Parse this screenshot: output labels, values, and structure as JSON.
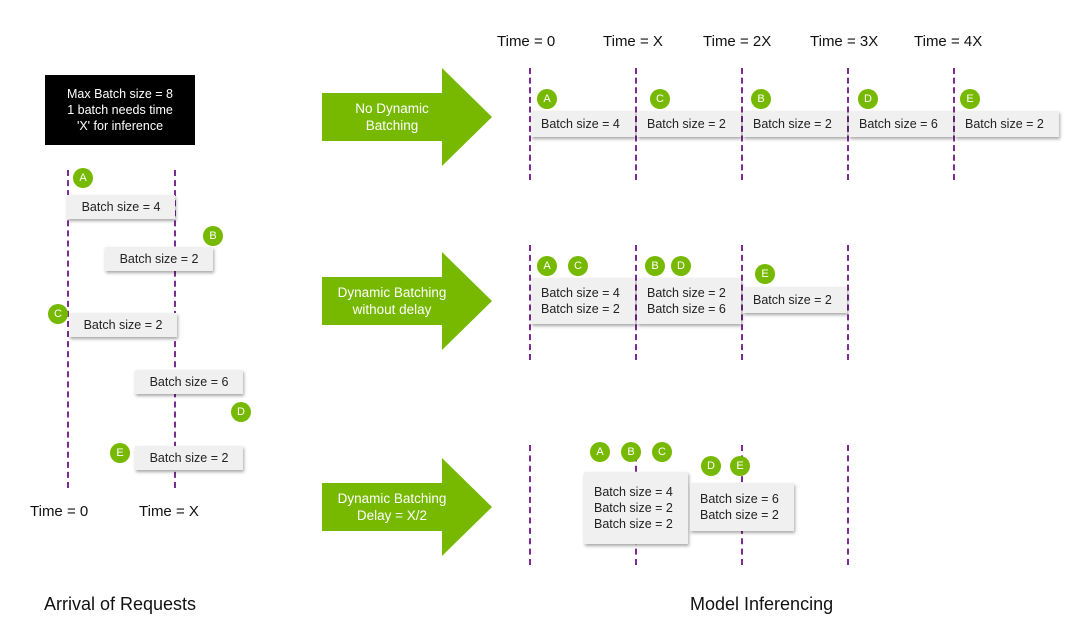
{
  "info": {
    "line1": "Max Batch size = 8",
    "line2": "1 batch needs time",
    "line3": "'X' for inference"
  },
  "colors": {
    "badge": "#76b900",
    "arrow": "#76b900",
    "dashed_line": "#7b2c90",
    "info_box": "#000000"
  },
  "arrival": {
    "requests": [
      {
        "id": "A",
        "label": "Batch size = 4"
      },
      {
        "id": "B",
        "label": "Batch size = 2"
      },
      {
        "id": "C",
        "label": "Batch size = 2"
      },
      {
        "id": "D",
        "label": "Batch size = 6"
      },
      {
        "id": "E",
        "label": "Batch size = 2"
      }
    ],
    "time0": "Time = 0",
    "timeX": "Time = X"
  },
  "top_times": [
    "Time = 0",
    "Time = X",
    "Time = 2X",
    "Time = 3X",
    "Time = 4X"
  ],
  "rows": {
    "no_dynamic": {
      "arrow_line1": "No Dynamic",
      "arrow_line2": "Batching",
      "batches": [
        {
          "ids": [
            "A"
          ],
          "lines": [
            "Batch size = 4"
          ]
        },
        {
          "ids": [
            "C"
          ],
          "lines": [
            "Batch size = 2"
          ]
        },
        {
          "ids": [
            "B"
          ],
          "lines": [
            "Batch size = 2"
          ]
        },
        {
          "ids": [
            "D"
          ],
          "lines": [
            "Batch size = 6"
          ]
        },
        {
          "ids": [
            "E"
          ],
          "lines": [
            "Batch size = 2"
          ]
        }
      ]
    },
    "dynamic_no_delay": {
      "arrow_line1": "Dynamic Batching",
      "arrow_line2": "without delay",
      "batches": [
        {
          "ids": [
            "A",
            "C"
          ],
          "lines": [
            "Batch size = 4",
            "Batch size = 2"
          ]
        },
        {
          "ids": [
            "B",
            "D"
          ],
          "lines": [
            "Batch size = 2",
            "Batch size = 6"
          ]
        },
        {
          "ids": [
            "E"
          ],
          "lines": [
            "Batch size = 2"
          ]
        }
      ]
    },
    "dynamic_delay": {
      "arrow_line1": "Dynamic Batching",
      "arrow_line2": "Delay = X/2",
      "batches": [
        {
          "ids": [
            "A",
            "B",
            "C"
          ],
          "lines": [
            "Batch size = 4",
            "Batch size = 2",
            "Batch size = 2"
          ]
        },
        {
          "ids": [
            "D",
            "E"
          ],
          "lines": [
            "Batch size = 6",
            "Batch size = 2"
          ]
        }
      ]
    }
  },
  "footer": {
    "left": "Arrival of Requests",
    "right": "Model Inferencing"
  }
}
